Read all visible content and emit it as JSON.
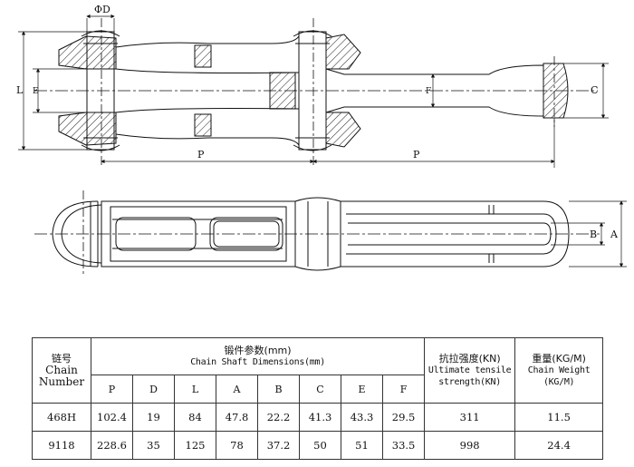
{
  "drawing": {
    "dim_labels": {
      "phi_d": "ΦD",
      "l": "L",
      "e": "E",
      "f": "F",
      "c": "C",
      "p": "P",
      "a": "A",
      "b": "B"
    }
  },
  "table": {
    "header": {
      "chain_number_cn": "链号",
      "chain_number_en_1": "Chain",
      "chain_number_en_2": "Number",
      "dimensions_cn": "锻件参数(mm)",
      "dimensions_en": "Chain Shaft Dimensions(mm)",
      "strength_cn": "抗拉强度(KN)",
      "strength_en_1": "Ultimate tensile",
      "strength_en_2": "strength(KN)",
      "weight_cn": "重量(KG/M)",
      "weight_en_1": "Chain Weight",
      "weight_en_2": "(KG/M)"
    },
    "columns": [
      "P",
      "D",
      "L",
      "A",
      "B",
      "C",
      "E",
      "F"
    ],
    "rows": [
      {
        "chain": "468H",
        "values": [
          "102.4",
          "19",
          "84",
          "47.8",
          "22.2",
          "41.3",
          "43.3",
          "29.5"
        ],
        "strength": "311",
        "weight": "11.5"
      },
      {
        "chain": "9118",
        "values": [
          "228.6",
          "35",
          "125",
          "78",
          "37.2",
          "50",
          "51",
          "33.5"
        ],
        "strength": "998",
        "weight": "24.4"
      }
    ]
  }
}
